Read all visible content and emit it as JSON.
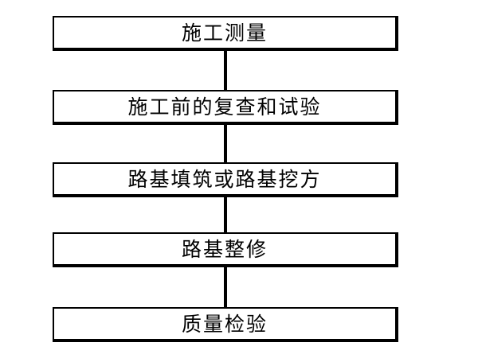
{
  "flowchart": {
    "steps": [
      {
        "label": "施工测量"
      },
      {
        "label": "施工前的复查和试验"
      },
      {
        "label": "路基填筑或路基挖方"
      },
      {
        "label": "路基整修"
      },
      {
        "label": "质量检验"
      }
    ]
  },
  "colors": {
    "line": "#000000",
    "box_fill": "#ffffff",
    "text": "#000000"
  }
}
